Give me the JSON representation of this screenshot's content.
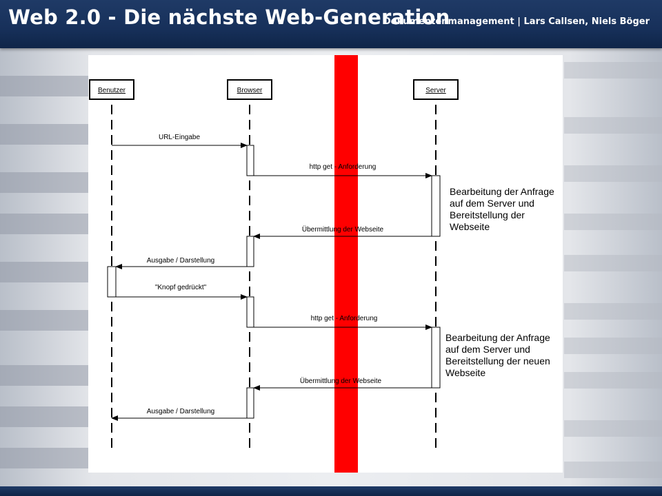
{
  "header": {
    "title": "Web 2.0 - Die nächste Web-Generation",
    "subtitle": "Dokumentenmanagement | Lars Callsen, Niels Böger"
  },
  "colors": {
    "header_bg": "#17305a",
    "divider": "#ff0000"
  },
  "diagram": {
    "lifelines": [
      {
        "id": "benutzer",
        "label": "Benutzer"
      },
      {
        "id": "browser",
        "label": "Browser"
      },
      {
        "id": "server",
        "label": "Server"
      }
    ],
    "messages": [
      {
        "label": "URL-Eingabe"
      },
      {
        "label": "http get - Anforderung"
      },
      {
        "label": "Übermittlung der Webseite"
      },
      {
        "label": "Ausgabe / Darstellung"
      },
      {
        "label": "\"Knopf gedrückt\""
      },
      {
        "label": "http get - Anforderung"
      },
      {
        "label": "Übermittlung der Webseite"
      },
      {
        "label": "Ausgabe / Darstellung"
      }
    ],
    "notes": [
      {
        "lines": [
          "Bearbeitung der Anfrage",
          "auf dem Server und",
          "Bereitstellung der",
          "Webseite"
        ]
      },
      {
        "lines": [
          "Bearbeitung der Anfrage",
          "auf dem Server und",
          "Bereitstellung der neuen",
          "Webseite"
        ]
      }
    ]
  }
}
